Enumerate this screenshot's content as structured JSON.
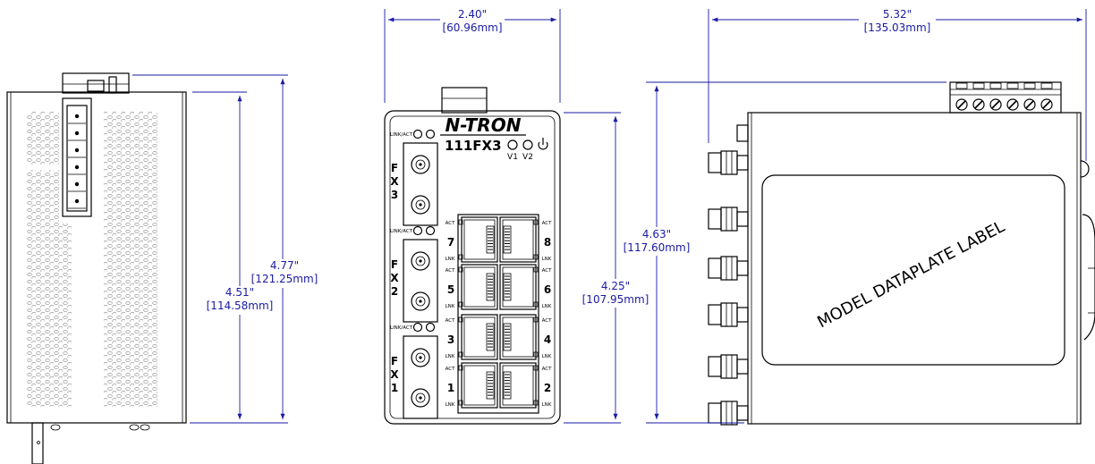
{
  "brand": {
    "logo_text": "N-TRON",
    "model": "111FX3"
  },
  "front": {
    "led_link_act": "LINK/ACT",
    "v1": "V1",
    "v2": "V2",
    "fx_groups": [
      {
        "name": "FX 3",
        "letters": [
          "F",
          "X",
          "3"
        ]
      },
      {
        "name": "FX 2",
        "letters": [
          "F",
          "X",
          "2"
        ]
      },
      {
        "name": "FX 1",
        "letters": [
          "F",
          "X",
          "1"
        ]
      }
    ],
    "port_act": "ACT",
    "port_lnk": "LNK",
    "ports": [
      "7",
      "8",
      "5",
      "6",
      "3",
      "4",
      "1",
      "2"
    ]
  },
  "side": {
    "dataplate_label": "MODEL DATAPLATE LABEL"
  },
  "dimensions": {
    "width_front_in": "2.40\"",
    "width_front_mm": "[60.96mm]",
    "depth_in": "5.32\"",
    "depth_mm": "[135.03mm]",
    "height_total_in": "4.77\"",
    "height_total_mm": "[121.25mm]",
    "height_body_in": "4.51\"",
    "height_body_mm": "[114.58mm]",
    "height_front_in": "4.25\"",
    "height_front_mm": "[107.95mm]",
    "height_side_in": "4.63\"",
    "height_side_mm": "[117.60mm]"
  },
  "colors": {
    "dimension": "#1a1aa6",
    "line": "#000000"
  }
}
